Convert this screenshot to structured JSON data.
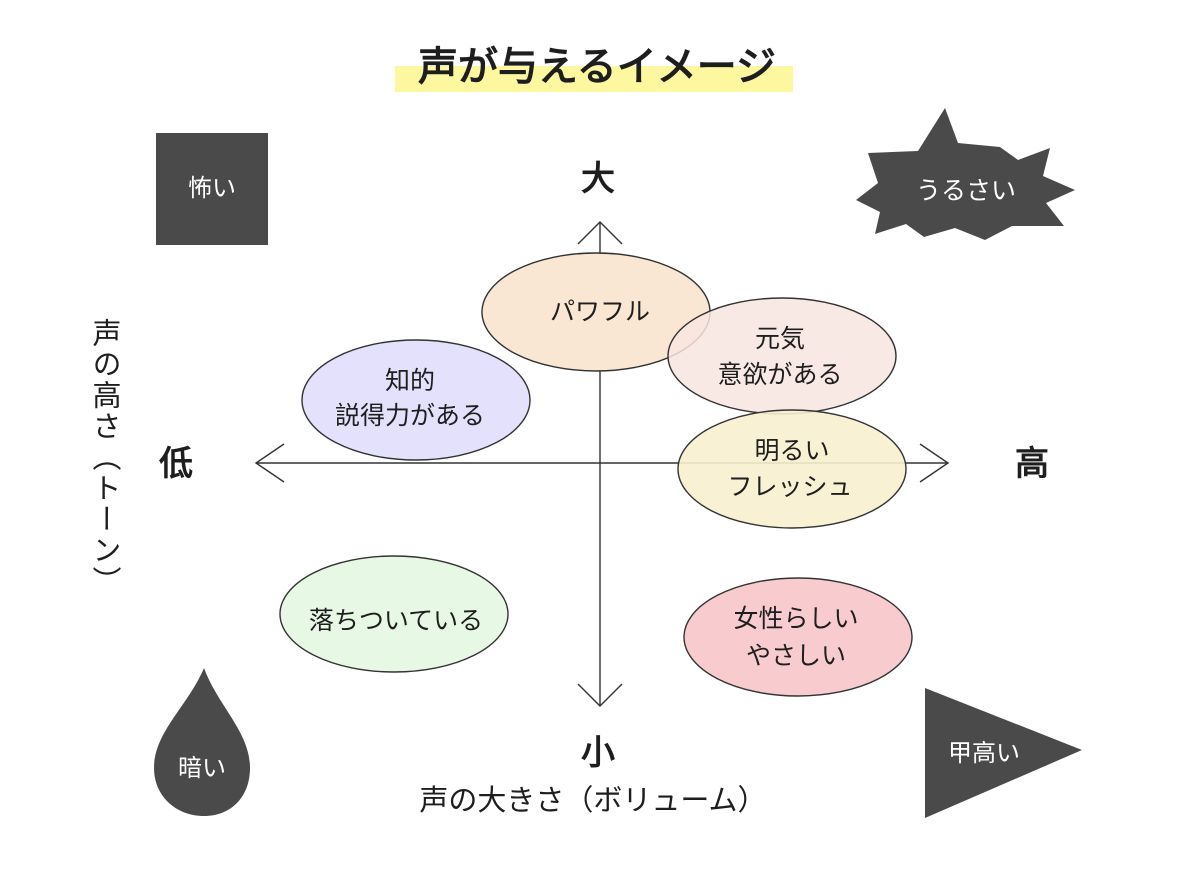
{
  "title": "声が与えるイメージ",
  "axes": {
    "top": "大",
    "bottom": "小",
    "left": "低",
    "right": "高",
    "x_title": "声の大きさ（ボリューム）",
    "y_title": "声の高さ（トーン）"
  },
  "bubbles": [
    {
      "id": "powerful",
      "lines": [
        "パワフル"
      ],
      "color": "#f9e6d3"
    },
    {
      "id": "genki",
      "lines": [
        "元気",
        "意欲がある"
      ],
      "color": "#f8e5e0"
    },
    {
      "id": "chiteki",
      "lines": [
        "知的",
        "説得力がある"
      ],
      "color": "#e3e1fb"
    },
    {
      "id": "akarui",
      "lines": [
        "明るい",
        "フレッシュ"
      ],
      "color": "#f7f0cf"
    },
    {
      "id": "ochitsuki",
      "lines": [
        "落ちついている"
      ],
      "color": "#e7f8e4"
    },
    {
      "id": "josei",
      "lines": [
        "女性らしい",
        "やさしい"
      ],
      "color": "#f8cccf"
    }
  ],
  "corners": {
    "kowai": "怖い",
    "urusai": "うるさい",
    "kurai": "暗い",
    "kandakai": "甲高い",
    "shape_color": "#4a4a4a"
  },
  "colors": {
    "highlight": "#fdf7a0",
    "ink": "#1e1e1e"
  }
}
